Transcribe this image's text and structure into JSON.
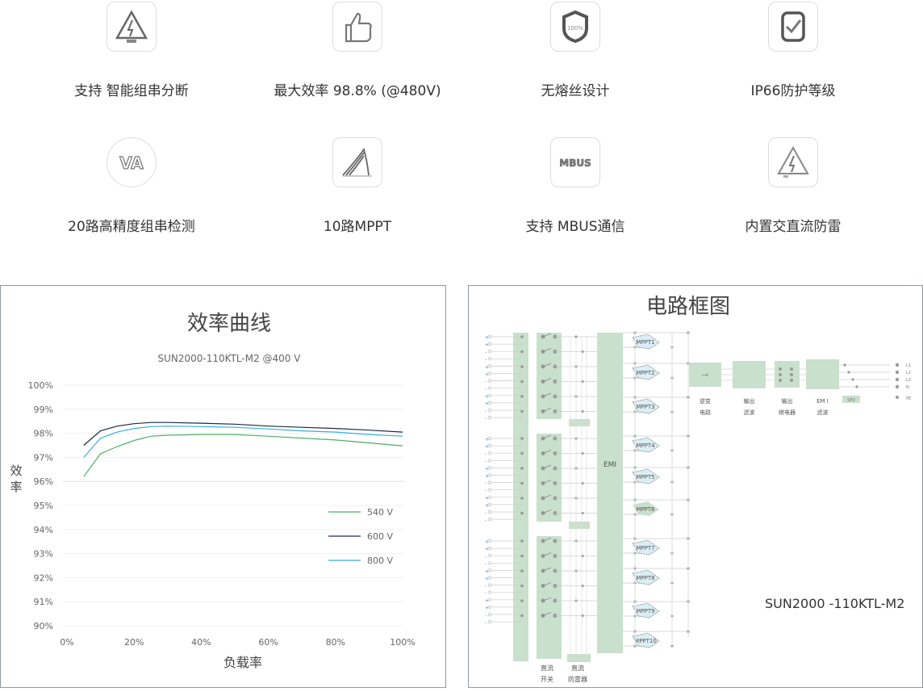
{
  "features": [
    {
      "label": "支持 智能组串分断",
      "icon": "warning-triangle-icon"
    },
    {
      "label": "最大效率 98.8% (@480V)",
      "icon": "thumbs-up-icon"
    },
    {
      "label": "无熔丝设计",
      "icon": "shield-icon",
      "icon_text": "100%"
    },
    {
      "label": "IP66防护等级",
      "icon": "check-badge-icon"
    },
    {
      "label": "20路高精度组串检测",
      "icon": "va-icon",
      "icon_text": "VA"
    },
    {
      "label": "10路MPPT",
      "icon": "mppt-curve-icon"
    },
    {
      "label": "支持 MBUS通信",
      "icon": "mbus-icon",
      "icon_text": "MBUS"
    },
    {
      "label": "内置交直流防雷",
      "icon": "lightning-warning-icon"
    }
  ],
  "chart_data": {
    "type": "line",
    "title": "效率曲线",
    "subtitle": "SUN2000-110KTL-M2 @400 V",
    "xlabel": "负载率",
    "ylabel": "效率",
    "xlim": [
      0,
      100
    ],
    "ylim": [
      90,
      100
    ],
    "x_ticks": [
      "0%",
      "20%",
      "40%",
      "60%",
      "80%",
      "100%"
    ],
    "y_ticks": [
      "100%",
      "99%",
      "98%",
      "97%",
      "96%",
      "95%",
      "94%",
      "93%",
      "92%",
      "91%",
      "90%"
    ],
    "legend_position": "right-middle",
    "x": [
      5,
      10,
      15,
      20,
      25,
      30,
      40,
      50,
      60,
      70,
      80,
      90,
      100
    ],
    "series": [
      {
        "name": "540 V",
        "color": "#4caf6a",
        "values": [
          96.2,
          97.15,
          97.45,
          97.7,
          97.88,
          97.92,
          97.95,
          97.95,
          97.88,
          97.8,
          97.72,
          97.6,
          97.48
        ]
      },
      {
        "name": "600 V",
        "color": "#1c2a44",
        "values": [
          97.5,
          98.1,
          98.3,
          98.4,
          98.45,
          98.45,
          98.42,
          98.38,
          98.3,
          98.25,
          98.2,
          98.13,
          98.05
        ]
      },
      {
        "name": "800 V",
        "color": "#33aee8",
        "values": [
          97.0,
          97.8,
          98.05,
          98.2,
          98.28,
          98.3,
          98.28,
          98.25,
          98.18,
          98.1,
          98.05,
          97.95,
          97.88
        ]
      }
    ]
  },
  "diagram": {
    "title": "电路框图",
    "emi": "EMI",
    "mppts": [
      "MPPT1",
      "MPPT2",
      "MPPT3",
      "MPPT4",
      "MPPT5",
      "MPPT6",
      "MPPT7",
      "MPPT8",
      "MPPT9",
      "MPPT10"
    ],
    "blocks": [
      {
        "l1": "逆变",
        "l2": "电路"
      },
      {
        "l1": "输出",
        "l2": "滤波"
      },
      {
        "l1": "输出",
        "l2": "继电器"
      },
      {
        "l1": "EM I",
        "l2": "滤波"
      }
    ],
    "spd": "SPD",
    "outputs": [
      "L1",
      "L2",
      "L3",
      "N",
      "PE"
    ],
    "dc_switch": {
      "l1": "直流",
      "l2": "开关"
    },
    "dc_spd": {
      "l1": "直流",
      "l2": "防雷器"
    },
    "model": "SUN2000 -110KTL-M2",
    "signs": [
      "+",
      "+",
      "-",
      "-",
      "+",
      "+",
      "-",
      "-",
      "+",
      "+",
      "-",
      "-"
    ]
  }
}
